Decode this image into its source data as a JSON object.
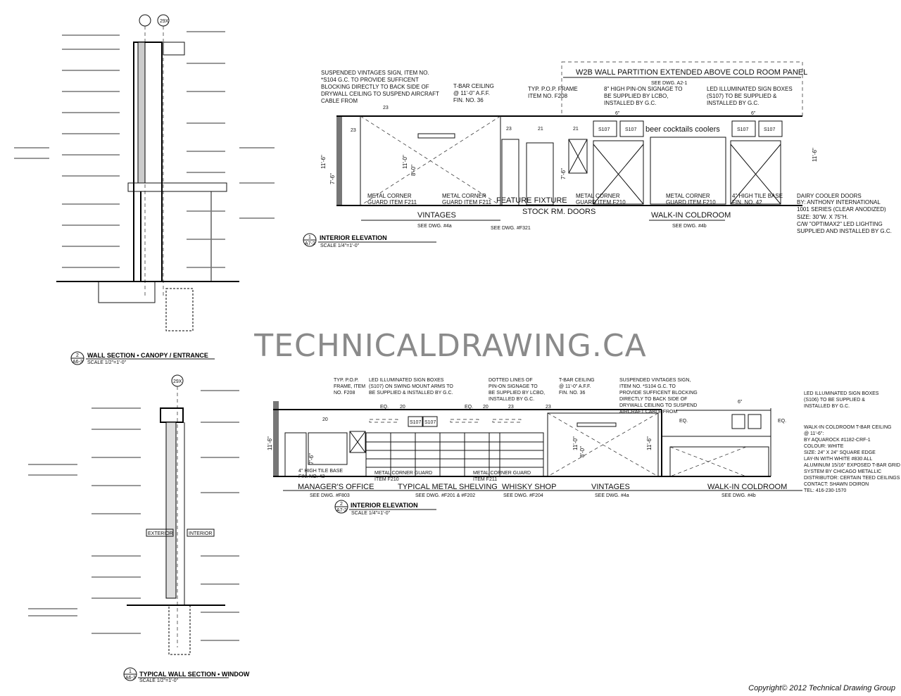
{
  "wall_section_entrance": {
    "number": "2",
    "sheet": "A6-3",
    "title": "WALL SECTION • CANOPY / ENTRANCE",
    "scale": "SCALE 1/2\"=1'-0\"",
    "grid_tag": "29X"
  },
  "wall_section_window": {
    "number": "1",
    "sheet": "A6-3",
    "title": "TYPICAL WALL SECTION • WINDOW",
    "scale": "SCALE 1/2\"=1'-0\"",
    "grid_tag": "29X",
    "labels": [
      "EXTERIOR",
      "INTERIOR"
    ]
  },
  "elevation1": {
    "number": "1",
    "sheet": "A7-2",
    "title": "INTERIOR ELEVATION",
    "scale": "SCALE 1/4\"=1'-0\"",
    "banner": "W2B WALL PARTITION EXTENDED ABOVE COLD ROOM PANEL",
    "banner_ref": "SEE DWG. A2-1",
    "notes": [
      [
        "SUSPENDED VINTAGES SIGN, ITEM NO.",
        "*S104 G.C. TO PROVIDE SUFFICENT",
        "BLOCKING DIRECTLY TO BACK SIDE OF",
        "DRYWALL CEILING TO SUSPEND AIRCRAFT",
        "CABLE FROM"
      ],
      [
        "T-BAR CEILING",
        "@ 11'-0\" A.F.F.",
        "FIN. NO. 36"
      ],
      [
        "TYP. P.O.P. FRAME",
        "ITEM NO. F208"
      ],
      [
        "8\" HIGH PIN-ON SIGNAGE TO",
        "BE SUPPLIED BY LCBO,",
        "INSTALLED BY G.C."
      ],
      [
        "LED ILLUMINATED SIGN BOXES",
        "(S107) TO BE SUPPLIED &",
        "INSTALLED BY G.C."
      ]
    ],
    "bottom_notes": [
      [
        "METAL CORNER",
        "GUARD ITEM F211"
      ],
      [
        "METAL CORNER",
        "GUARD ITEM F211"
      ],
      [
        "METAL CORNER",
        "GUARD ITEM F210"
      ],
      [
        "METAL CORNER",
        "GUARD ITEM F210"
      ],
      [
        "4\" HIGH TILE BASE",
        "FIN. NO. 42"
      ],
      [
        "DAIRY COOLER DOORS",
        "BY: ANTHONY INTERNATIONAL",
        "1001 SERIES (CLEAR ANODIZED)",
        "SIZE: 30\"W. X 75\"H.",
        "C/W \"OPTIMAX2\" LED LIGHTING",
        "SUPPLIED AND INSTALLED BY G.C."
      ]
    ],
    "sign_text": "beer  cocktails  coolers",
    "sign_boxes": [
      "S107",
      "S107",
      "S107",
      "S107"
    ],
    "tags": [
      "23",
      "23",
      "23",
      "21",
      "21"
    ],
    "dims": [
      "11'-6\"",
      "7'-6\"",
      "11'-0\"",
      "8'-0\"",
      "7'-6\"",
      "11'-6\"",
      "6\"",
      "6\""
    ],
    "zones": [
      {
        "name": "VINTAGES",
        "ref": "SEE DWG. #4a"
      },
      {
        "name": "FEATURE FIXTURE",
        "ref": "SEE DWG. #F321"
      },
      {
        "name": "STOCK RM. DOORS",
        "ref": ""
      },
      {
        "name": "WALK-IN COLDROOM",
        "ref": "SEE DWG. #4b"
      }
    ]
  },
  "elevation2": {
    "number": "2",
    "sheet": "A7-2",
    "title": "INTERIOR ELEVATION",
    "scale": "SCALE 1/4\"=1'-0\"",
    "notes": [
      [
        "TYP. P.O.P.",
        "FRAME, ITEM",
        "NO. F208"
      ],
      [
        "LED ILLUMINATED SIGN BOXES",
        "(S107) ON SWING MOUNT ARMS TO",
        "BE SUPPLIED & INSTALLED BY G.C."
      ],
      [
        "DOTTED LINES OF",
        "PIN-ON SIGNAGE TO",
        "BE SUPPLIED BY LCBO,",
        "INSTALLED BY G.C."
      ],
      [
        "T-BAR CEILING",
        "@ 11'-0\" A.F.F.",
        "FIN. NO. 36"
      ],
      [
        "SUSPENDED VINTAGES SIGN,",
        "ITEM NO. *S104 G.C. TO",
        "PROVIDE SUFFICENT BLOCKING",
        "DIRECTLY TO BACK SIDE OF",
        "DRYWALL CEILING TO SUSPEND",
        "AIRCRAFT CABLE FROM"
      ],
      [
        "LED ILLUMINATED SIGN BOXES",
        "(S106) TO BE SUPPLIED &",
        "INSTALLED BY G.C."
      ]
    ],
    "ceiling_note": [
      "WALK-IN COLDROOM T-BAR CEILING",
      "@ 11'-6\":",
      "BY AQUAROCK #1182-CRF-1",
      "COLOUR: WHITE",
      "SIZE: 24\" X 24\" SQUARE EDGE",
      "LAY-IN WITH WHITE #830 ALL",
      "ALUMINUM 15/16\" EXPOSED T-BAR GRID",
      "SYSTEM BY CHICAGO METALLIC",
      "DISTRIBUTOR: CERTAIN TEED CEILINGS",
      "CONTACT: SHAWN DOIRON",
      "TEL: 416-230-1570"
    ],
    "bottom_notes": [
      [
        "4\" HIGH TILE BASE",
        "FIN. NO. 42"
      ],
      [
        "METAL CORNER GUARD",
        "ITEM F210"
      ],
      [
        "METAL CORNER GUARD",
        "ITEM F211"
      ]
    ],
    "sign_boxes": [
      "S107",
      "S107"
    ],
    "tags": [
      "20",
      "20",
      "20",
      "23",
      "23"
    ],
    "dims": [
      "11'-6\"",
      "7'-6\"",
      "11'-0\"",
      "8'-0\"",
      "11'-6\"",
      "EQ.",
      "EQ.",
      "EQ.",
      "EQ.",
      "6\""
    ],
    "zones": [
      {
        "name": "MANAGER'S OFFICE",
        "ref": "SEE DWG. #F803"
      },
      {
        "name": "TYPICAL METAL SHELVING",
        "ref": "SEE DWG. #F201 & #F202"
      },
      {
        "name": "WHISKY SHOP",
        "ref": "SEE DWG. #F204"
      },
      {
        "name": "VINTAGES",
        "ref": "SEE DWG. #4a"
      },
      {
        "name": "WALK-IN COLDROOM",
        "ref": "SEE DWG. #4b"
      }
    ]
  },
  "watermark": "TECHNICALDRAWING.CA",
  "copyright": "Copyright© 2012 Technical Drawing Group"
}
